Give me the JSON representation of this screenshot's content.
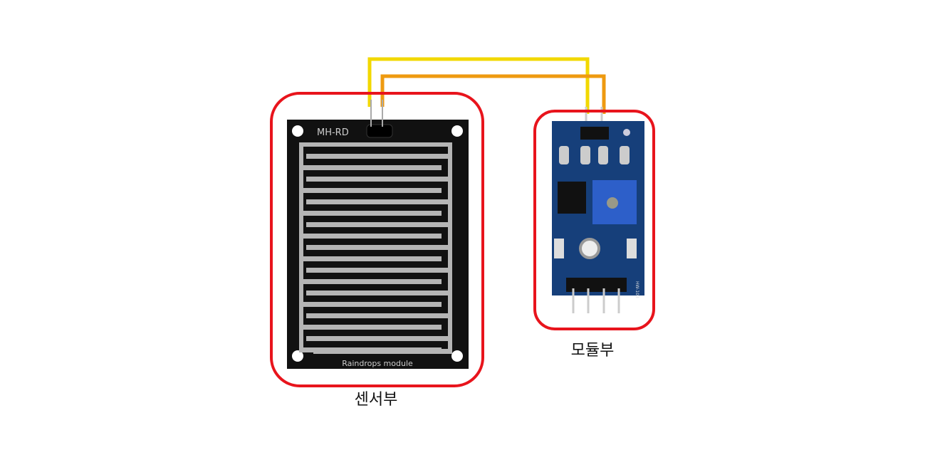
{
  "sensor": {
    "label": "센서부",
    "board_top_text": "MH-RD",
    "board_bottom_text": "Raindrops module"
  },
  "module": {
    "label": "모듈부",
    "board_text": "HW-103"
  },
  "colors": {
    "highlight": "#e8141c",
    "wire_1": "#f2d800",
    "wire_2": "#ee9a10",
    "sensor_board": "#111111",
    "module_board": "#163f7a",
    "potentiometer": "#2d5fc9"
  }
}
